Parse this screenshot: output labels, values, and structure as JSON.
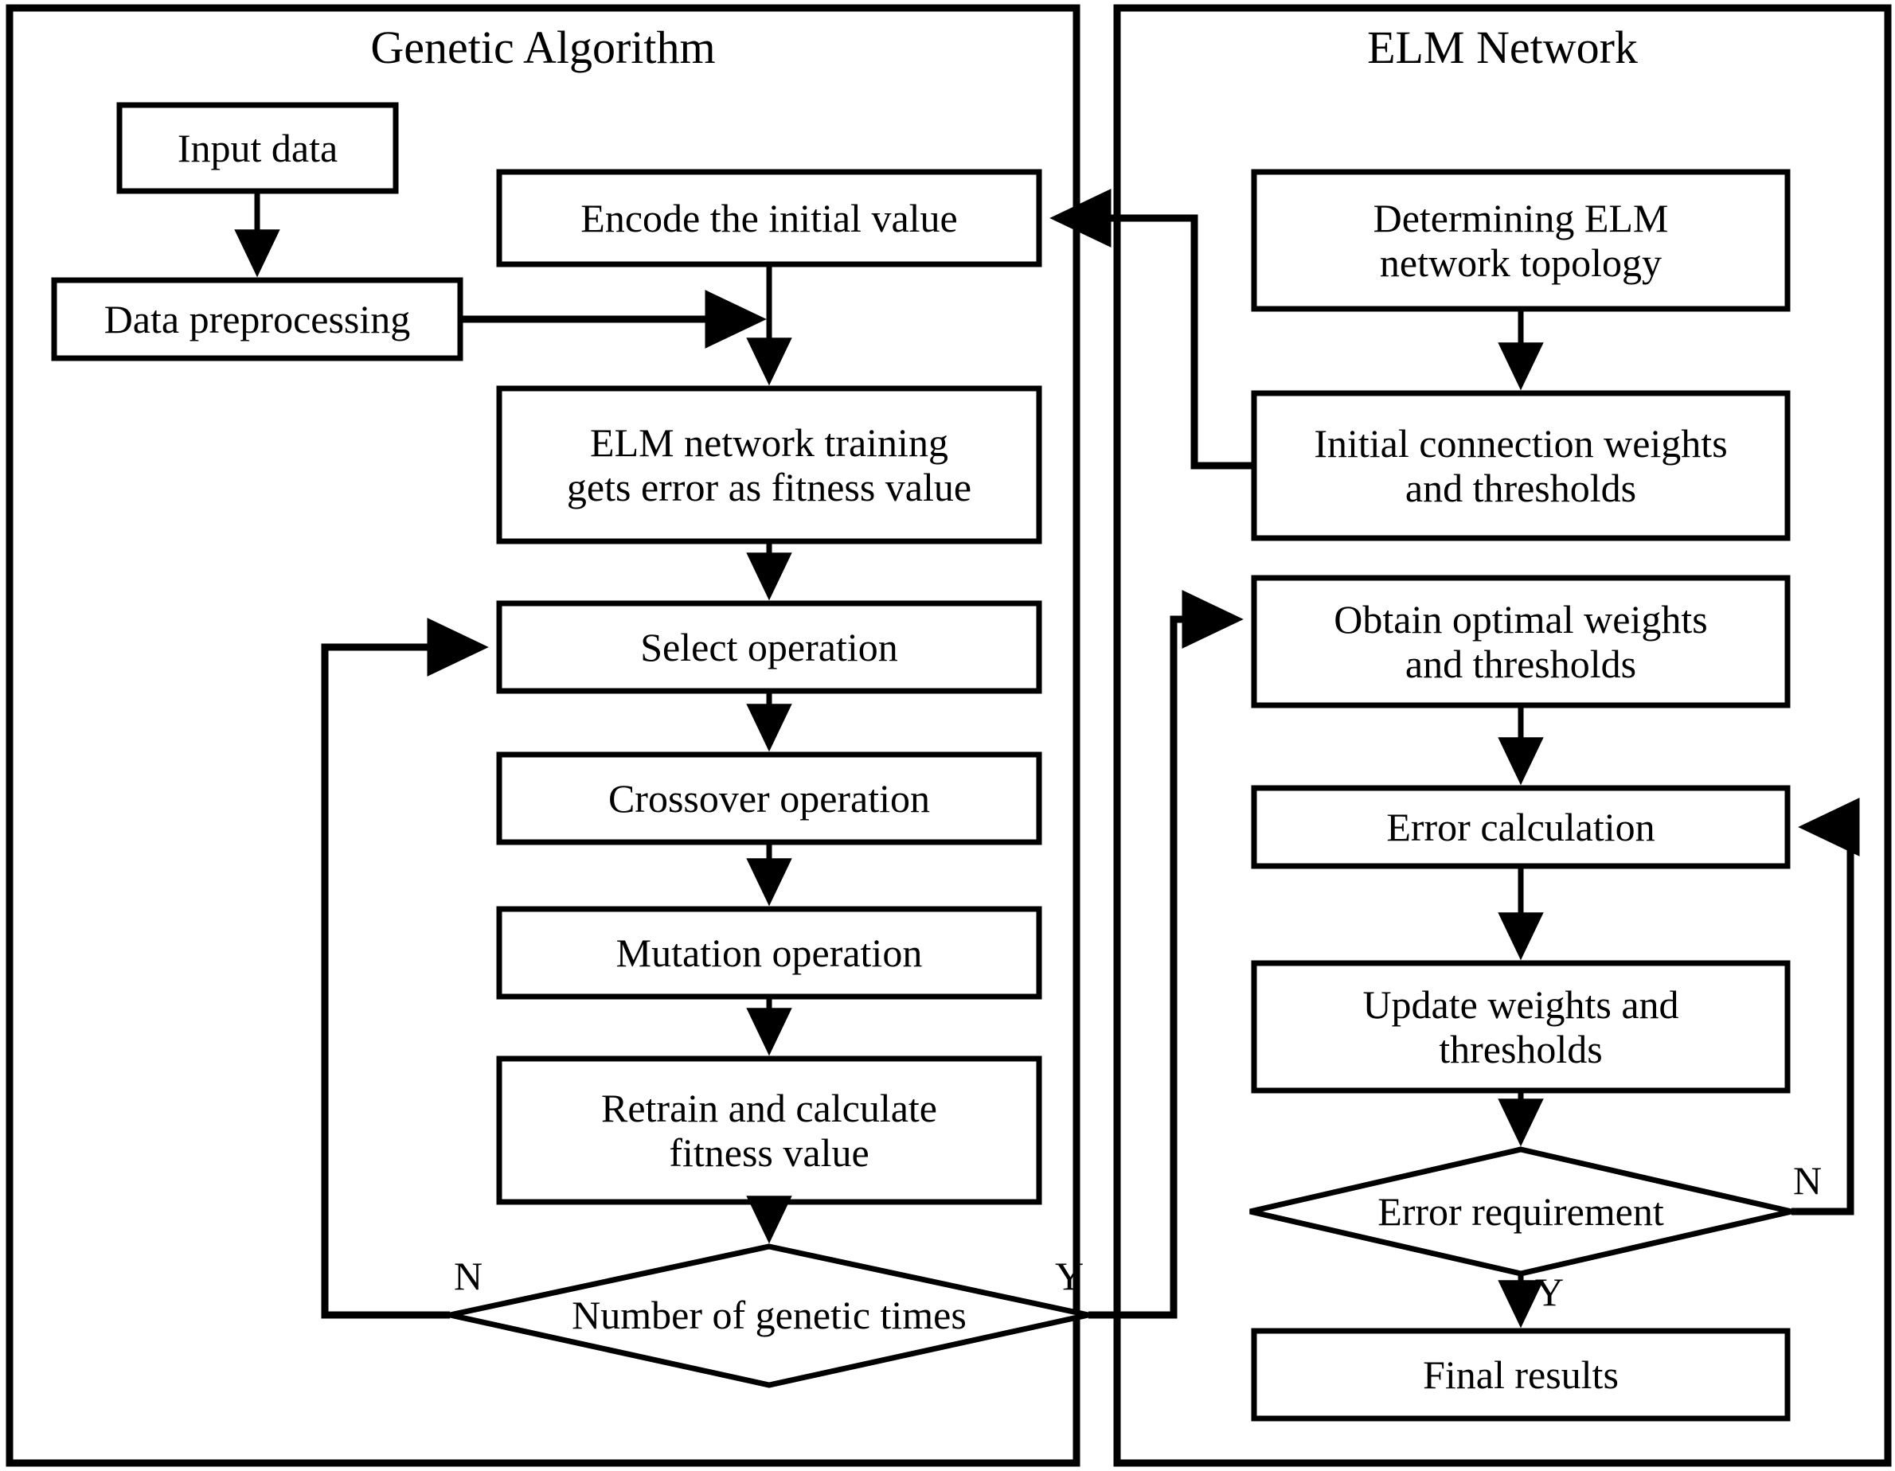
{
  "diagram": {
    "title": "GA-ELM hybrid algorithm flowchart",
    "panels": [
      {
        "id": "genetic-algorithm",
        "title": "Genetic Algorithm"
      },
      {
        "id": "elm-network",
        "title": "ELM Network"
      }
    ],
    "nodes": {
      "input_data": "Input data",
      "data_preprocessing": "Data preprocessing",
      "encode_initial_value": "Encode the initial value",
      "elm_training": "ELM network training\ngets error as fitness value",
      "select_operation": "Select operation",
      "crossover_operation": "Crossover operation",
      "mutation_operation": "Mutation operation",
      "retrain_fitness": "Retrain and calculate\nfitness value",
      "genetic_times_decision": "Number of genetic times",
      "determining_topology": "Determining ELM\nnetwork topology",
      "initial_weights": "Initial connection weights\nand thresholds",
      "optimal_weights": "Obtain optimal weights\nand thresholds",
      "error_calculation": "Error calculation",
      "update_weights": "Update weights and\nthresholds",
      "error_requirement_decision": "Error  requirement",
      "final_results": "Final results"
    },
    "edge_labels": {
      "genetic_times_no": "N",
      "genetic_times_yes": "Y",
      "error_requirement_no": "N",
      "error_requirement_yes": "Y"
    },
    "colors": {
      "stroke": "#000000",
      "fill": "#ffffff",
      "text": "#000000"
    }
  }
}
